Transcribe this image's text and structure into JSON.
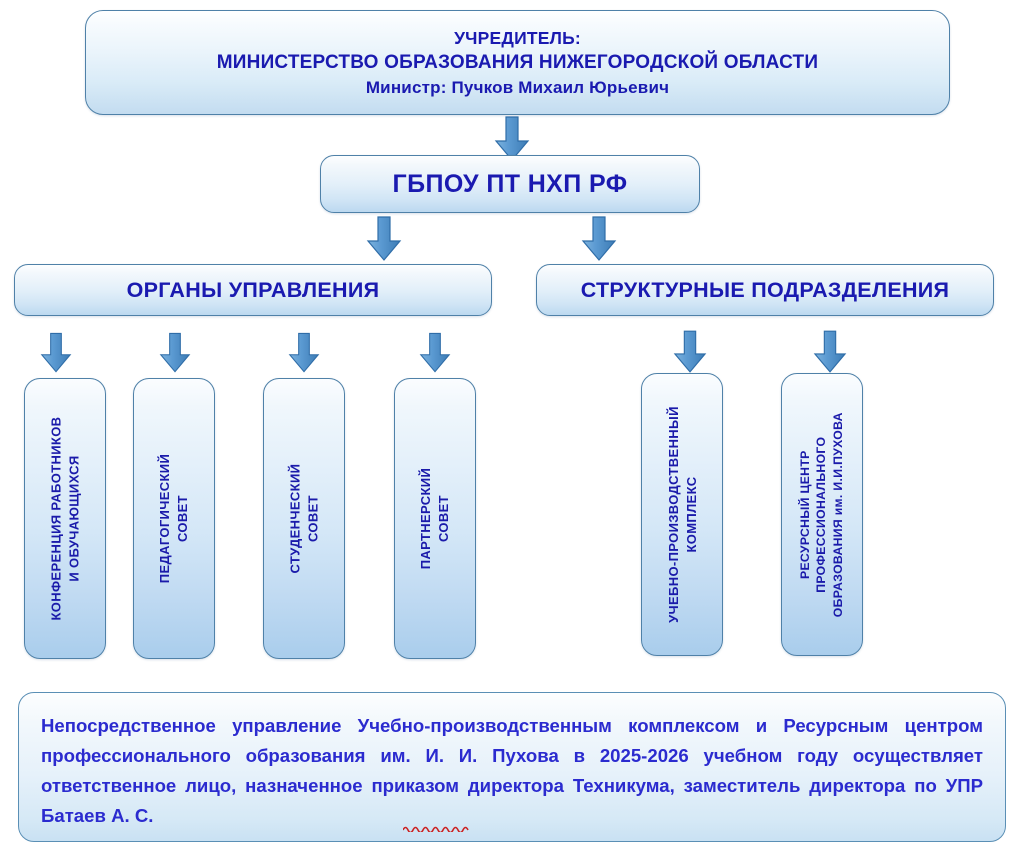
{
  "diagram": {
    "title": "Структура управления ГБПОУ ПТ НХП РФ",
    "colors": {
      "node_border": "#4f81a8",
      "node_fill_top": "#fdfeff",
      "node_fill_bottom": "#bcd9f0",
      "text_blue": "#1a1ab0",
      "arrow_fill": "#4a8cc8",
      "arrow_border": "#2f6da8",
      "note_text": "#2b2bcf",
      "spellcheck_underline": "#cc2222"
    },
    "founder": {
      "line1": "УЧРЕДИТЕЛЬ:",
      "line2": "МИНИСТЕРСТВО ОБРАЗОВАНИЯ НИЖЕГОРОДСКОЙ ОБЛАСТИ",
      "line3": "Министр: Пучков Михаил Юрьевич"
    },
    "institution": {
      "label": "ГБПОУ ПТ НХП РФ"
    },
    "branches": [
      {
        "label": "ОРГАНЫ УПРАВЛЕНИЯ"
      },
      {
        "label": "СТРУКТУРНЫЕ ПОДРАЗДЕЛЕНИЯ"
      }
    ],
    "governance_bodies": [
      {
        "line1": "КОНФЕРЕНЦИЯ  РАБОТНИКОВ",
        "line2": "И  ОБУЧАЮЩИХСЯ"
      },
      {
        "line1": "ПЕДАГОГИЧЕСКИЙ",
        "line2": "СОВЕТ"
      },
      {
        "line1": "СТУДЕНЧЕСКИЙ",
        "line2": "СОВЕТ"
      },
      {
        "line1": "ПАРТНЕРСКИЙ",
        "line2": "СОВЕТ"
      }
    ],
    "structural_units": [
      {
        "line1": "УЧЕБНО-ПРОИЗВОДСТВЕННЫЙ",
        "line2": "КОМПЛЕКС",
        "line3": ""
      },
      {
        "line1": "РЕСУРСНЫЙ    ЦЕНТР",
        "line2": "ПРОФЕССИОНАЛЬНОГО",
        "line3": "ОБРАЗОВАНИЯ им. И.И.ПУХОВА"
      }
    ],
    "note": {
      "text": "Непосредственное управление Учебно-производственным комплексом и Ресурсным центром профессионального образования им. И. И. Пухова в 2025-2026 учебном году осуществляет ответственное лицо, назначенное приказом директора Техникума, заместитель директора по УПР Батаев А. С.",
      "academic_year": "2025-2026",
      "responsible_person": "Батаев А. С.",
      "responsible_role": "заместитель директора по УПР"
    },
    "arrows": {
      "icon": "down-arrow-icon",
      "count": 9
    }
  }
}
